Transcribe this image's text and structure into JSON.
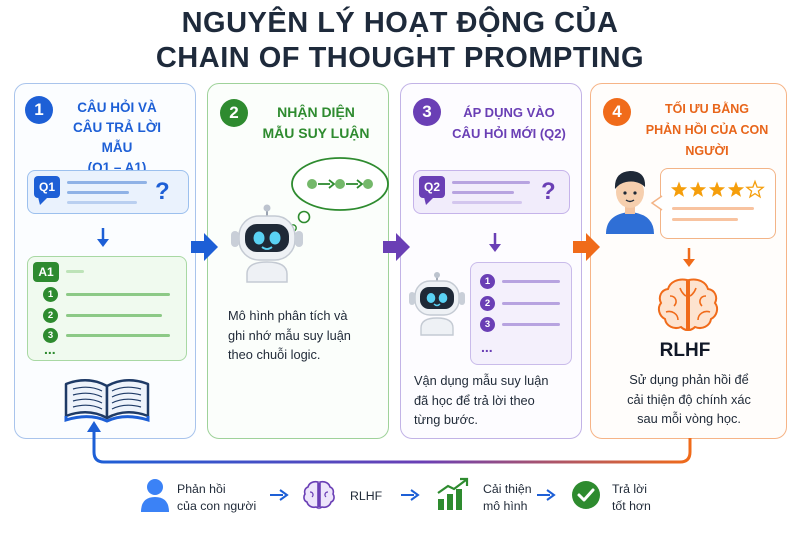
{
  "title": {
    "line1": "NGUYÊN LÝ HOẠT ĐỘNG CỦA",
    "line2": "CHAIN OF THOUGHT PROMPTING"
  },
  "steps": [
    {
      "number": "1",
      "heading": [
        "CÂU HỎI VÀ",
        "CÂU TRẢ LỜI MẪU",
        "(Q1 – A1)"
      ],
      "question_tag": "Q1",
      "question_mark": "?",
      "answer_tag": "A1",
      "answer_items": [
        "1",
        "2",
        "3"
      ],
      "ellipsis": "...",
      "color": "#1d5fd6"
    },
    {
      "number": "2",
      "heading": [
        "NHẬN DIỆN",
        "MẪU SUY LUẬN"
      ],
      "description": [
        "Mô hình phân tích và",
        "ghi nhớ mẫu suy luận",
        "theo chuỗi logic."
      ],
      "color": "#2e8b2f"
    },
    {
      "number": "3",
      "heading": [
        "ÁP DỤNG VÀO",
        "CÂU HỎI MỚI (Q2)"
      ],
      "question_tag": "Q2",
      "question_mark": "?",
      "answer_items": [
        "1",
        "2",
        "3"
      ],
      "ellipsis": "...",
      "description": [
        "Vận dụng mẫu suy luận",
        "đã học để trả lời theo",
        "từng bước."
      ],
      "color": "#6a3fb5"
    },
    {
      "number": "4",
      "heading": [
        "TỐI ƯU BẰNG",
        "PHẢN HỒI CỦA CON NGƯỜI"
      ],
      "rating_stars": 4,
      "rating_max": 5,
      "label": "RLHF",
      "description": [
        "Sử dụng phản hồi để",
        "cải thiện độ chính xác",
        "sau mỗi vòng học."
      ],
      "color": "#f06b1a"
    }
  ],
  "bottom_flow": [
    {
      "label": [
        "Phản hồi",
        "của con người"
      ],
      "icon": "person-icon"
    },
    {
      "label": [
        "RLHF"
      ],
      "icon": "brain-icon"
    },
    {
      "label": [
        "Cải thiện",
        "mô hình"
      ],
      "icon": "growth-chart-icon"
    },
    {
      "label": [
        "Trả lời",
        "tốt hơn"
      ],
      "icon": "check-circle-icon"
    }
  ]
}
